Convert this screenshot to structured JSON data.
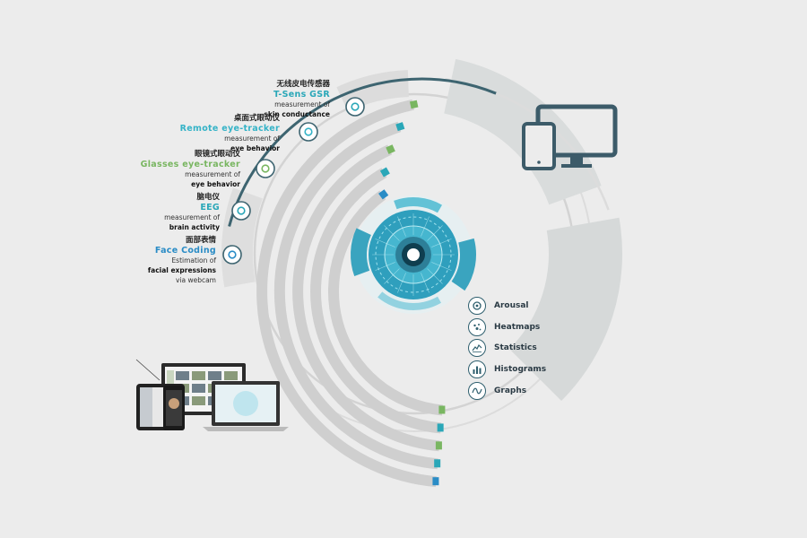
{
  "sensors": [
    {
      "zh": "无线皮电传感器",
      "en": "T-Sens GSR",
      "d1": "measurement of",
      "d2": "skin conductance",
      "d3": "",
      "color": "#2aa7b8",
      "icon": "hand-icon"
    },
    {
      "zh": "桌面式眼动仪",
      "en": "Remote eye-tracker",
      "d1": "measurement of",
      "d2": "eye behavior",
      "d3": "",
      "color": "#35b3c7",
      "icon": "eye-icon"
    },
    {
      "zh": "眼镜式眼动仪",
      "en": "Glasses eye-tracker",
      "d1": "measurement of",
      "d2": "eye behavior",
      "d3": "",
      "color": "#79b661",
      "icon": "eye-icon"
    },
    {
      "zh": "脑电仪",
      "en": "EEG",
      "d1": "measurement of",
      "d2": "brain activity",
      "d3": "",
      "color": "#2aa7b8",
      "icon": "head-icon"
    },
    {
      "zh": "面部表情",
      "en": "Face Coding",
      "d1": "Estimation of",
      "d2": "facial expressions",
      "d3": "via webcam",
      "color": "#2a8cc6",
      "icon": "face-icon"
    }
  ],
  "outputs": [
    {
      "label": "Arousal",
      "icon": "arousal-icon"
    },
    {
      "label": "Heatmaps",
      "icon": "heatmap-icon"
    },
    {
      "label": "Statistics",
      "icon": "statistics-icon"
    },
    {
      "label": "Histograms",
      "icon": "histogram-icon"
    },
    {
      "label": "Graphs",
      "icon": "graph-icon"
    }
  ],
  "colors": {
    "background": "#ececec",
    "ring": "#d3d3d3",
    "arc": "#c9c9c9",
    "track": "#3d6470",
    "hub": "#3bb1c9",
    "device": "#3c5b69",
    "accents": [
      "#2aa7b8",
      "#79b661",
      "#2a8cc6"
    ]
  }
}
